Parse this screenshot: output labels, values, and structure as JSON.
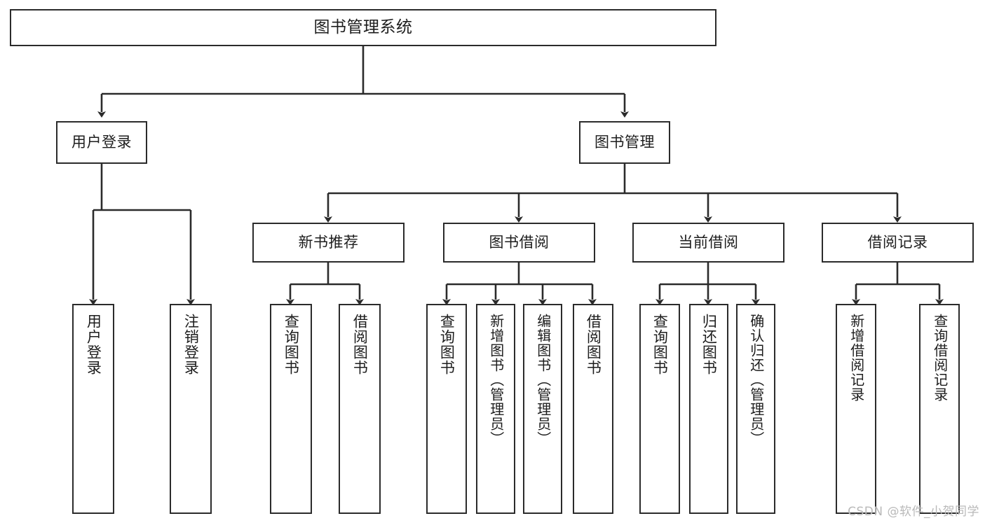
{
  "diagram": {
    "type": "tree-hierarchy",
    "title": "图书管理系统",
    "watermark": "CSDN @软件_小贺同学",
    "style": {
      "background": "#ffffff",
      "box_border": "#2b2b2b",
      "box_fill": "#ffffff",
      "text_color": "#1d1d1d",
      "edge_color": "#2b2b2b",
      "watermark_color": "#b9b9b9"
    },
    "nodes": {
      "root": {
        "id": "root",
        "label": "图书管理系统",
        "level": 1
      },
      "level2": [
        {
          "id": "user-login",
          "label": "用户登录",
          "level": 2
        },
        {
          "id": "book-manage",
          "label": "图书管理",
          "level": 2
        }
      ],
      "level3": [
        {
          "id": "new-book-recommend",
          "label": "新书推荐",
          "level": 3,
          "parent": "book-manage"
        },
        {
          "id": "book-borrow",
          "label": "图书借阅",
          "level": 3,
          "parent": "book-manage"
        },
        {
          "id": "current-borrow",
          "label": "当前借阅",
          "level": 3,
          "parent": "book-manage"
        },
        {
          "id": "borrow-record",
          "label": "借阅记录",
          "level": 3,
          "parent": "book-manage"
        }
      ],
      "leaves": [
        {
          "id": "leaf-user-login",
          "label": "用户登录",
          "parent": "user-login"
        },
        {
          "id": "leaf-logout-login",
          "label": "注销登录",
          "parent": "user-login"
        },
        {
          "id": "leaf-query-book-1",
          "label": "查询图书",
          "parent": "new-book-recommend"
        },
        {
          "id": "leaf-borrow-book-1",
          "label": "借阅图书",
          "parent": "new-book-recommend"
        },
        {
          "id": "leaf-query-book-2",
          "label": "查询图书",
          "parent": "book-borrow"
        },
        {
          "id": "leaf-add-book",
          "label": "新增图书（管理员）",
          "parent": "book-borrow"
        },
        {
          "id": "leaf-edit-book",
          "label": "编辑图书（管理员）",
          "parent": "book-borrow"
        },
        {
          "id": "leaf-borrow-book-2",
          "label": "借阅图书",
          "parent": "book-borrow"
        },
        {
          "id": "leaf-query-book-3",
          "label": "查询图书",
          "parent": "current-borrow"
        },
        {
          "id": "leaf-return-book",
          "label": "归还图书",
          "parent": "current-borrow"
        },
        {
          "id": "leaf-confirm-return",
          "label": "确认归还（管理员）",
          "parent": "current-borrow"
        },
        {
          "id": "leaf-add-record",
          "label": "新增借阅记录",
          "parent": "borrow-record"
        },
        {
          "id": "leaf-query-record",
          "label": "查询借阅记录",
          "parent": "borrow-record"
        }
      ]
    }
  }
}
